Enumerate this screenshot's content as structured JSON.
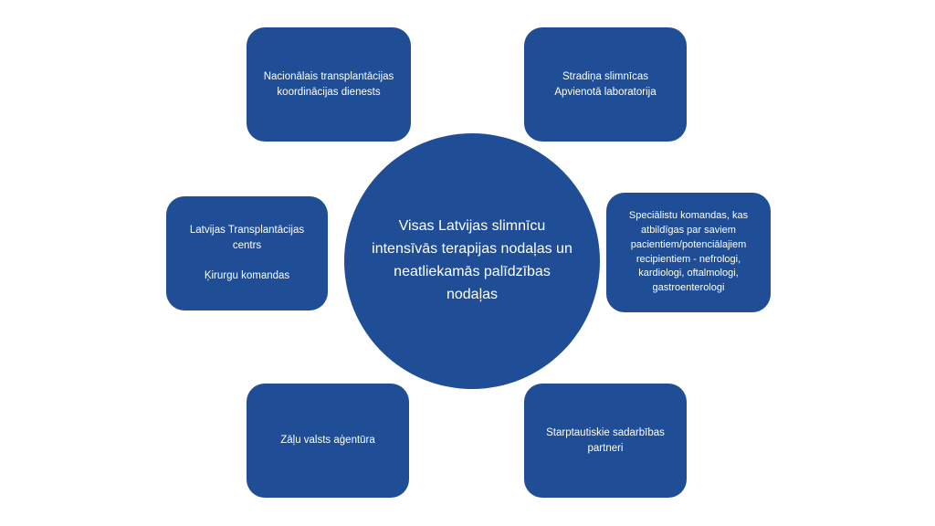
{
  "diagram": {
    "colors": {
      "background": "#ffffff",
      "node": "#1f4e96",
      "text": "#ffffff"
    },
    "center": {
      "label": "Visas Latvijas slimnīcu intensīvās terapijas nodaļas un neatliekamās palīdzības nodaļas"
    },
    "nodes": {
      "top_left": {
        "label": "Nacionālais transplantācijas koordinācijas dienests"
      },
      "top_right": {
        "label": "Stradiņa slimnīcas\nApvienotā laboratorija"
      },
      "mid_left": {
        "label": "Latvijas Transplantācijas centrs\n\nĶirurgu komandas"
      },
      "mid_right": {
        "label": "Speciālistu komandas, kas atbildīgas par saviem pacientiem/potenciālajiem recipientiem - nefrologi, kardiologi, oftalmologi, gastroenterologi"
      },
      "bottom_left": {
        "label": "Zāļu valsts aģentūra"
      },
      "bottom_right": {
        "label": "Starptautiskie sadarbības partneri"
      }
    }
  }
}
